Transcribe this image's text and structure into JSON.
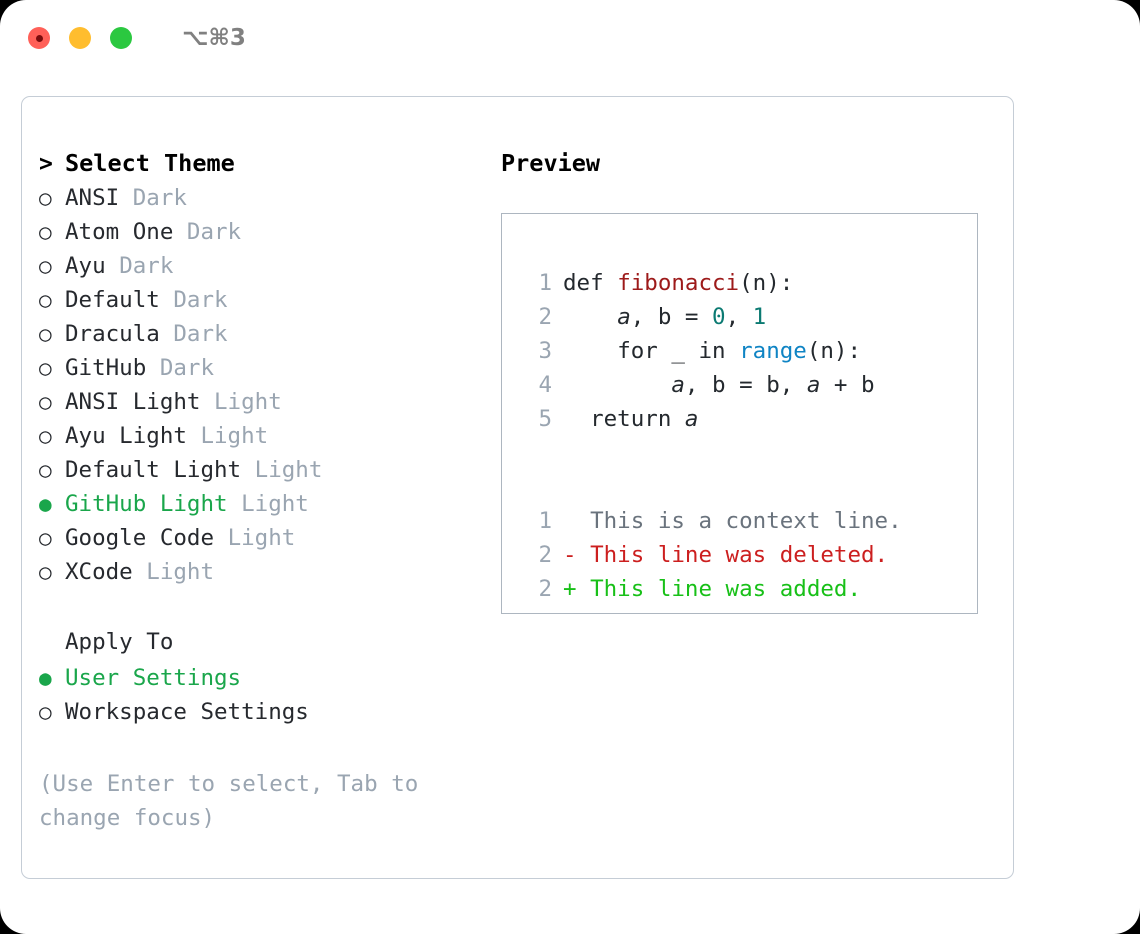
{
  "titlebar": {
    "shortcut": "⌥⌘3",
    "buttons": [
      {
        "name": "close",
        "color": "#ff6058"
      },
      {
        "name": "minimize",
        "color": "#ffbd2e"
      },
      {
        "name": "maximize",
        "color": "#2bc840"
      }
    ]
  },
  "left": {
    "heading_marker": ">",
    "heading": "Select Theme",
    "themes": [
      {
        "marker": "○",
        "name": "ANSI",
        "kind": "Dark",
        "selected": false
      },
      {
        "marker": "○",
        "name": "Atom One",
        "kind": "Dark",
        "selected": false
      },
      {
        "marker": "○",
        "name": "Ayu",
        "kind": "Dark",
        "selected": false
      },
      {
        "marker": "○",
        "name": "Default",
        "kind": "Dark",
        "selected": false
      },
      {
        "marker": "○",
        "name": "Dracula",
        "kind": "Dark",
        "selected": false
      },
      {
        "marker": "○",
        "name": "GitHub",
        "kind": "Dark",
        "selected": false
      },
      {
        "marker": "○",
        "name": "ANSI Light",
        "kind": "Light",
        "selected": false
      },
      {
        "marker": "○",
        "name": "Ayu Light",
        "kind": "Light",
        "selected": false
      },
      {
        "marker": "○",
        "name": "Default Light",
        "kind": "Light",
        "selected": false
      },
      {
        "marker": "●",
        "name": "GitHub Light",
        "kind": "Light",
        "selected": true
      },
      {
        "marker": "○",
        "name": "Google Code",
        "kind": "Light",
        "selected": false
      },
      {
        "marker": "○",
        "name": "XCode",
        "kind": "Light",
        "selected": false
      }
    ],
    "apply_to": {
      "heading": "Apply To",
      "options": [
        {
          "marker": "●",
          "label": "User Settings",
          "selected": true
        },
        {
          "marker": "○",
          "label": "Workspace Settings",
          "selected": false
        }
      ]
    },
    "hint": "(Use Enter to select, Tab to change focus)"
  },
  "right": {
    "title": "Preview",
    "code_lines": [
      {
        "no": "1",
        "indent": "",
        "tokens": [
          {
            "text": "def ",
            "type": "plain"
          },
          {
            "text": "fibonacci",
            "type": "fn"
          },
          {
            "text": "(n):",
            "type": "plain"
          }
        ]
      },
      {
        "no": "2",
        "indent": "    ",
        "tokens": [
          {
            "text": "a",
            "type": "var"
          },
          {
            "text": ", ",
            "type": "plain"
          },
          {
            "text": "b",
            "type": "plain"
          },
          {
            "text": " = ",
            "type": "plain"
          },
          {
            "text": "0",
            "type": "num"
          },
          {
            "text": ", ",
            "type": "plain"
          },
          {
            "text": "1",
            "type": "num"
          }
        ]
      },
      {
        "no": "3",
        "indent": "    ",
        "tokens": [
          {
            "text": "for _ in ",
            "type": "plain"
          },
          {
            "text": "range",
            "type": "call"
          },
          {
            "text": "(n):",
            "type": "plain"
          }
        ]
      },
      {
        "no": "4",
        "indent": "        ",
        "tokens": [
          {
            "text": "a",
            "type": "var"
          },
          {
            "text": ", ",
            "type": "plain"
          },
          {
            "text": "b",
            "type": "plain"
          },
          {
            "text": " = ",
            "type": "plain"
          },
          {
            "text": "b",
            "type": "plain"
          },
          {
            "text": ", ",
            "type": "plain"
          },
          {
            "text": "a",
            "type": "var"
          },
          {
            "text": " + ",
            "type": "plain"
          },
          {
            "text": "b",
            "type": "plain"
          }
        ]
      },
      {
        "no": "5",
        "indent": "  ",
        "tokens": [
          {
            "text": "return ",
            "type": "plain"
          },
          {
            "text": "a",
            "type": "var"
          }
        ]
      }
    ],
    "diff_lines": [
      {
        "no": "1",
        "sign": " ",
        "text": " This is a context line.",
        "type": "ctx"
      },
      {
        "no": "2",
        "sign": "-",
        "text": " This line was deleted.",
        "type": "del"
      },
      {
        "no": "2",
        "sign": "+",
        "text": " This line was added.",
        "type": "add"
      }
    ]
  },
  "colors": {
    "accent_green": "#1aa64b",
    "muted": "#9aa5b1",
    "fn_red": "#9d1a1a",
    "num_teal": "#0b7a72",
    "call_blue": "#0f84c4",
    "diff_add": "#18c018",
    "diff_del": "#cc1f1f",
    "border": "#c5cdd6"
  }
}
